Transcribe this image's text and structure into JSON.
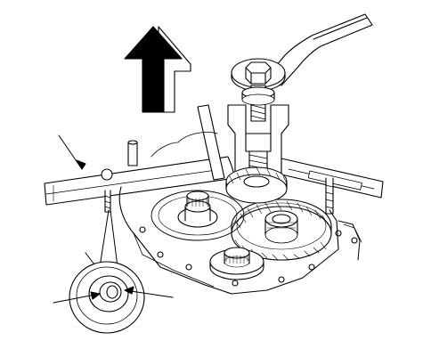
{
  "figure": {
    "type": "technical line illustration",
    "style": "black ink line art on white",
    "stroke_color": "#000000",
    "background_color": "#ffffff",
    "labels": []
  },
  "parts": {
    "direction_arrow": {
      "icon": "up-arrow-icon",
      "meaning": "lift upward"
    },
    "wrench": {
      "icon": "box-end-wrench-icon"
    },
    "puller": {
      "icon": "bearing-puller-icon"
    },
    "gears": [
      {
        "icon": "large-helical-gear-icon"
      },
      {
        "icon": "small-helical-gear-icon"
      },
      {
        "icon": "shaft-gear-icon"
      },
      {
        "icon": "lower-gear-icon"
      }
    ],
    "detail_inset": {
      "icon": "circlip-detail-icon"
    }
  }
}
